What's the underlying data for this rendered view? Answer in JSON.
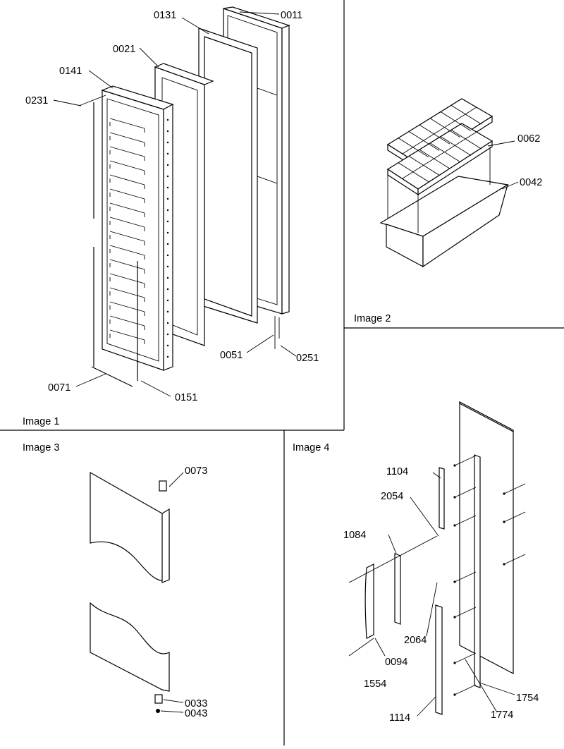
{
  "panels": [
    {
      "id": "image1",
      "caption": "Image 1"
    },
    {
      "id": "image2",
      "caption": "Image 2"
    },
    {
      "id": "image3",
      "caption": "Image 3"
    },
    {
      "id": "image4",
      "caption": "Image 4"
    }
  ],
  "callouts": {
    "image1": [
      "0011",
      "0131",
      "0021",
      "0141",
      "0231",
      "0051",
      "0251",
      "0071",
      "0151"
    ],
    "image2": [
      "0062",
      "0042"
    ],
    "image3": [
      "0073",
      "0033",
      "0043"
    ],
    "image4": [
      "1104",
      "2054",
      "1084",
      "2064",
      "0094",
      "1554",
      "1754",
      "1774",
      "1114"
    ]
  }
}
